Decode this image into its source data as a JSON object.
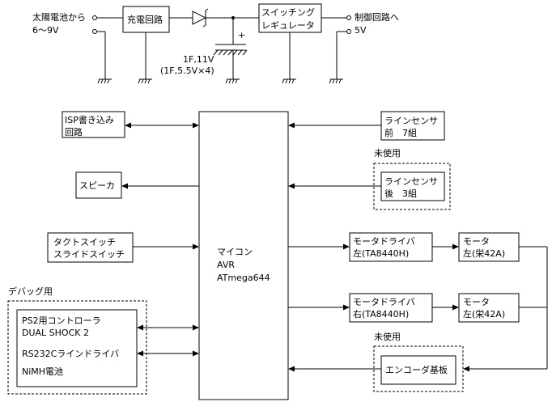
{
  "power": {
    "source_line1": "太陽電池から",
    "source_line2": "6〜9V",
    "charger": "充電回路",
    "regulator_line1": "スイッチング",
    "regulator_line2": "レギュレータ",
    "output_line1": "制御回路へ",
    "output_line2": "5V",
    "cap_line1": "1F,11V",
    "cap_line2": "(1F,5.5V×4)",
    "cap_plus": "+"
  },
  "mcu": {
    "line1": "マイコン",
    "line2": "AVR",
    "line3": "ATmega644"
  },
  "left": {
    "isp_line1": "ISP書き込み",
    "isp_line2": "回路",
    "speaker": "スピーカ",
    "switch_line1": "タクトスイッチ",
    "switch_line2": "スライドスイッチ",
    "debug_title": "デバッグ用",
    "debug_ps2_line1": "PS2用コントローラ",
    "debug_ps2_line2": "DUAL SHOCK 2",
    "debug_rs232": "RS232Cラインドライバ",
    "debug_battery": "NiMH電池"
  },
  "right": {
    "front_sensor_line1": "ラインセンサ",
    "front_sensor_line2": "前　7組",
    "unused_label_1": "未使用",
    "rear_sensor_line1": "ラインセンサ",
    "rear_sensor_line2": "後　3組",
    "driver_right_line1": "モータドライバ",
    "driver_right_line2": "左(TA8440H)",
    "driver_left_line1": "モータドライバ",
    "driver_left_line2": "右(TA8440H)",
    "motor_top_line1": "モータ",
    "motor_top_line2": "左(栄42A)",
    "motor_bottom_line1": "モータ",
    "motor_bottom_line2": "左(栄42A)",
    "unused_label_2": "未使用",
    "encoder": "エンコーダ基板"
  }
}
